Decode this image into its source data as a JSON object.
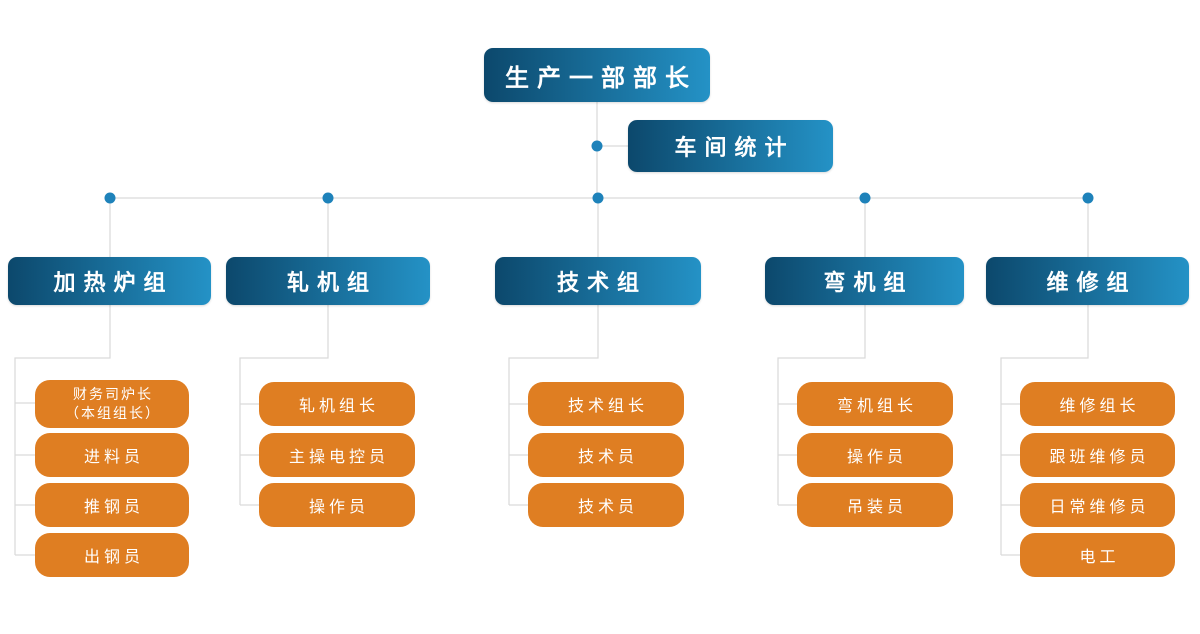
{
  "root": {
    "label": "生产一部部长"
  },
  "staff": {
    "label": "车间统计"
  },
  "groups": [
    {
      "label": "加热炉组",
      "items": [
        {
          "label": "财务司炉长",
          "sublabel": "（本组组长）"
        },
        {
          "label": "进料员"
        },
        {
          "label": "推钢员"
        },
        {
          "label": "出钢员"
        }
      ]
    },
    {
      "label": "轧机组",
      "items": [
        {
          "label": "轧机组长"
        },
        {
          "label": "主操电控员"
        },
        {
          "label": "操作员"
        }
      ]
    },
    {
      "label": "技术组",
      "items": [
        {
          "label": "技术组长"
        },
        {
          "label": "技术员"
        },
        {
          "label": "技术员"
        }
      ]
    },
    {
      "label": "弯机组",
      "items": [
        {
          "label": "弯机组长"
        },
        {
          "label": "操作员"
        },
        {
          "label": "吊装员"
        }
      ]
    },
    {
      "label": "维修组",
      "items": [
        {
          "label": "维修组长"
        },
        {
          "label": "跟班维修员"
        },
        {
          "label": "日常维修员"
        },
        {
          "label": "电工"
        }
      ]
    }
  ],
  "colors": {
    "node_blue_gradient_start": "#0c486c",
    "node_blue_gradient_end": "#2492c6",
    "node_orange": "#df7e22",
    "connector_line": "#d9d9d9",
    "connector_dot": "#1e82ba",
    "text": "#ffffff",
    "background": "#ffffff"
  }
}
